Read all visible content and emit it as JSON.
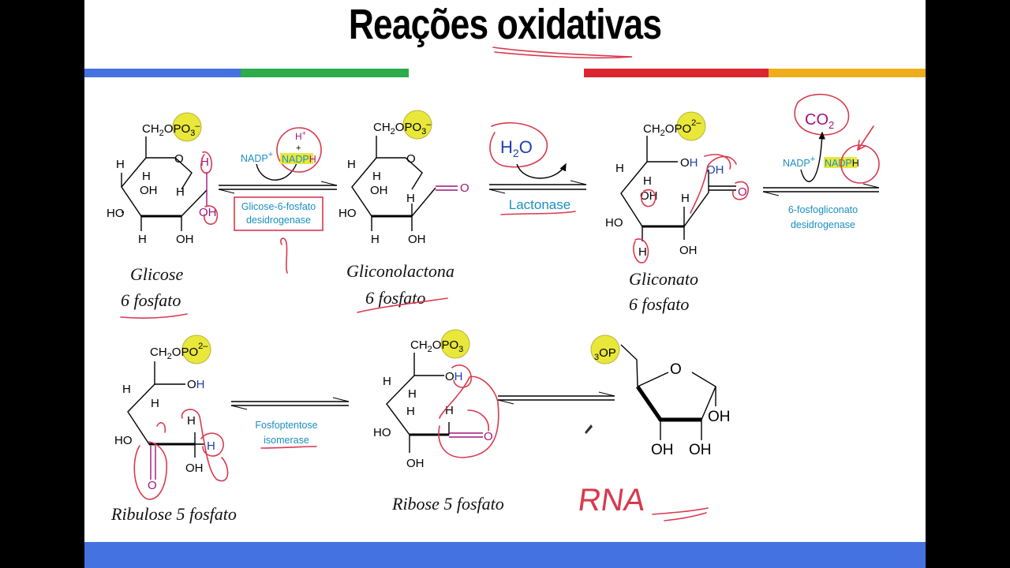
{
  "title": "Reações oxidativas",
  "colors": {
    "blue": "#4472e0",
    "green": "#2eab4b",
    "red": "#d9262f",
    "yellow": "#eeae1b",
    "highlight": "#e9e73a",
    "enzyme": "#1a8fc2",
    "magenta": "#a0157a",
    "ink": "#d8394e"
  },
  "formula": {
    "ch2o": "CH",
    "two": "2",
    "o": "O",
    "po3": "PO",
    "three": "3",
    "minus": "–",
    "charge2": "2–",
    "h": "H",
    "oh": "OH",
    "ho": "HO",
    "carbonyl_o": "O"
  },
  "molecules": {
    "glucose": {
      "label1": "Glicose",
      "label2": "6 fosfato"
    },
    "gluconolactone": {
      "label1": "Gliconolactona",
      "label2": "6 fosfato"
    },
    "gluconate": {
      "label1": "Gliconato",
      "label2": "6 fosfato"
    },
    "ribulose": {
      "label": "Ribulose  5 fosfato"
    },
    "ribose": {
      "label": "Ribose  5 fosfato"
    },
    "rna_nucleotide": {
      "phosphate": "OP",
      "phosphate_sub": "3",
      "note": "RNA"
    }
  },
  "reactions": {
    "step1": {
      "cofactor_in": "NADP",
      "plus": "+",
      "hplus": "H",
      "cofactor_out": "NADP",
      "cofactor_out_h": "H",
      "enzyme_line1": "Glicose-6-fosfato",
      "enzyme_line2": "desidrogenase"
    },
    "step2": {
      "reagent": "H",
      "reagent_sub": "2",
      "reagent_o": "O",
      "enzyme": "Lactonase"
    },
    "step3": {
      "product": "CO",
      "product_sub": "2",
      "cofactor_in": "NADP",
      "plus": "+",
      "cofactor_out": "NADP",
      "cofactor_out_h": "H",
      "enzyme_line1": "6-fosfogliconato",
      "enzyme_line2": "desidrogenase"
    },
    "step4": {
      "enzyme_line1": "Fosfoptentose",
      "enzyme_line2": "isomerase"
    }
  }
}
